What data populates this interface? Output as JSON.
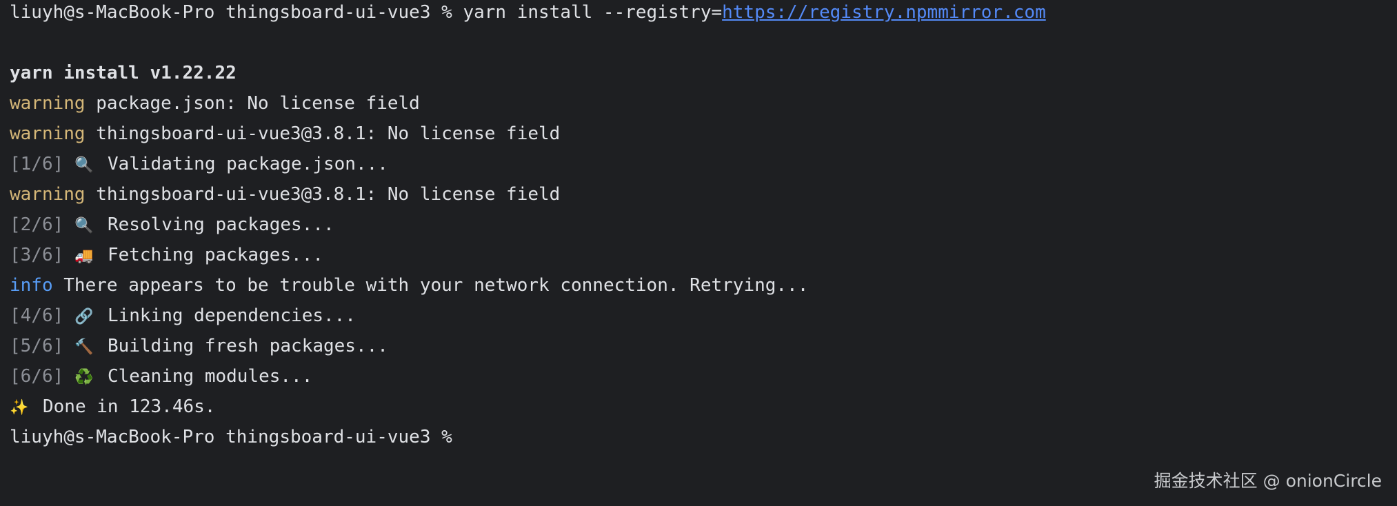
{
  "terminal": {
    "command_line": {
      "prompt": "liuyh@s-MacBook-Pro thingsboard-ui-vue3 % yarn install --registry=",
      "url": "https://registry.npmmirror.com"
    },
    "header": "yarn install v1.22.22",
    "warnings": [
      {
        "tag": "warning",
        "text": " package.json: No license field"
      },
      {
        "tag": "warning",
        "text": " thingsboard-ui-vue3@3.8.1: No license field"
      },
      {
        "tag": "warning",
        "text": " thingsboard-ui-vue3@3.8.1: No license field"
      }
    ],
    "steps": [
      {
        "step": "[1/6]",
        "icon": "🔍",
        "icon_name": "magnifier-icon",
        "text": "Validating package.json..."
      },
      {
        "step": "[2/6]",
        "icon": "🔍",
        "icon_name": "magnifier-icon",
        "text": "Resolving packages..."
      },
      {
        "step": "[3/6]",
        "icon": "🚚",
        "icon_name": "truck-icon",
        "text": "Fetching packages..."
      },
      {
        "step": "[4/6]",
        "icon": "🔗",
        "icon_name": "link-icon",
        "text": "Linking dependencies..."
      },
      {
        "step": "[5/6]",
        "icon": "🔨",
        "icon_name": "hammer-icon",
        "text": "Building fresh packages..."
      },
      {
        "step": "[6/6]",
        "icon": "♻️",
        "icon_name": "recycle-icon",
        "text": "Cleaning modules..."
      }
    ],
    "info": {
      "tag": "info",
      "text": " There appears to be trouble with your network connection. Retrying..."
    },
    "done": {
      "icon": "✨",
      "icon_name": "sparkles-icon",
      "text": "Done in 123.46s."
    },
    "final_prompt": "liuyh@s-MacBook-Pro thingsboard-ui-vue3 %"
  },
  "watermark": "掘金技术社区 @ onionCircle",
  "colors": {
    "background": "#1e1f22",
    "text": "#dfe1e5",
    "warning": "#d5b778",
    "info": "#589df6",
    "link": "#548af7",
    "step": "#8c8f96"
  }
}
